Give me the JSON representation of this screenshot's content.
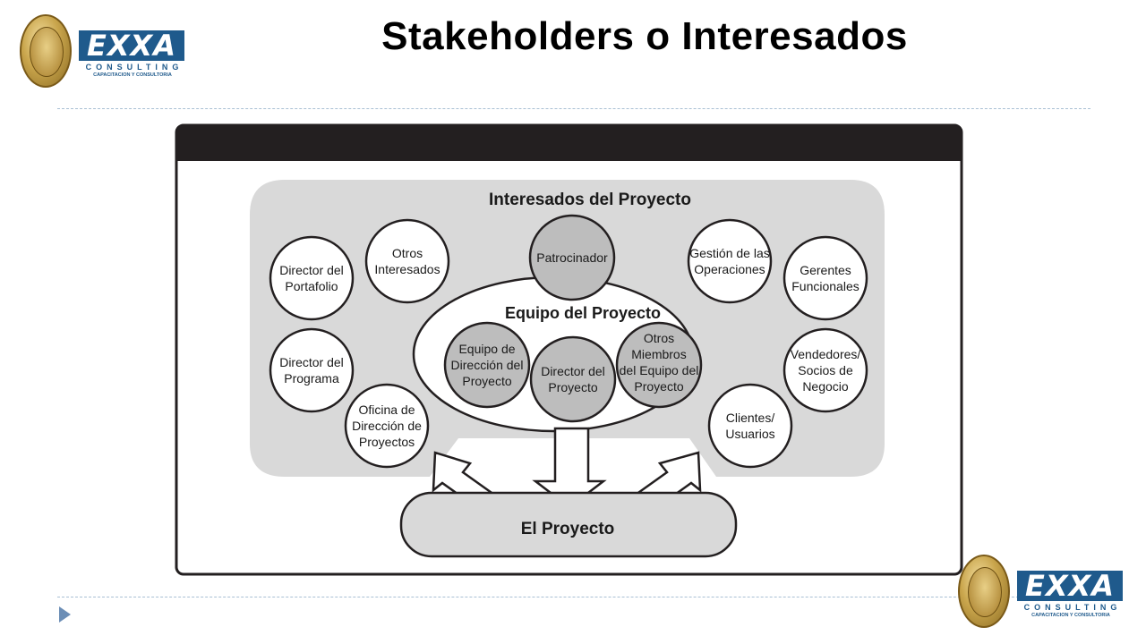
{
  "page": {
    "title": "Stakeholders o Interesados"
  },
  "logo": {
    "brand": "EXXA",
    "tagline": "CONSULTING",
    "subtitle": "CAPACITACION Y CONSULTORIA"
  },
  "diagram": {
    "outer_label": "Interesados del Proyecto",
    "team_label": "Equipo del Proyecto",
    "project_label": "El Proyecto",
    "nodes": {
      "sponsor": [
        "Patrocinador"
      ],
      "portfolio_director": [
        "Director del",
        "Portafolio"
      ],
      "other_stakeholders": [
        "Otros",
        "Interesados"
      ],
      "program_director": [
        "Director del",
        "Programa"
      ],
      "pmo": [
        "Oficina de",
        "Dirección de",
        "Proyectos"
      ],
      "operations_mgmt": [
        "Gestión de las",
        "Operaciones"
      ],
      "functional_managers": [
        "Gerentes",
        "Funcionales"
      ],
      "vendors": [
        "Vendedores/",
        "Socios de",
        "Negocio"
      ],
      "customers": [
        "Clientes/",
        "Usuarios"
      ],
      "mgmt_team": [
        "Equipo de",
        "Dirección del",
        "Proyecto"
      ],
      "project_manager": [
        "Director del",
        "Proyecto"
      ],
      "other_team": [
        "Otros",
        "Miembros",
        "del Equipo del",
        "Proyecto"
      ]
    }
  },
  "colors": {
    "frame_header": "#231f20",
    "region_fill": "#d9d9d9",
    "gray_circle": "#bdbdbd",
    "accent": "#1f5a8c"
  }
}
